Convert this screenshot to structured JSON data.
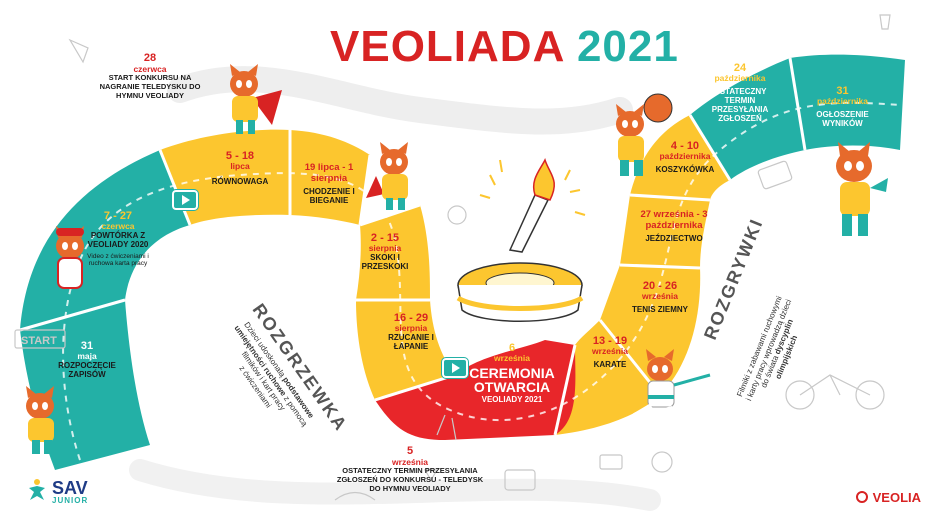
{
  "title": {
    "word": "VEOLIADA",
    "year": "2021"
  },
  "colors": {
    "yellow": "#fcc62f",
    "teal": "#23b0a6",
    "red": "#d82323",
    "gray": "#e6e6e6"
  },
  "events": {
    "e31maja": {
      "day": "31",
      "month": "maja",
      "text": "ROZPOCZĘCIE ZAPISÓW"
    },
    "e7_27": {
      "day": "7 - 27",
      "month": "czerwca",
      "text": "POWTÓRKA Z VEOLIADY 2020",
      "note": "Video z ćwiczeniami i ruchowa karta pracy"
    },
    "e5_18": {
      "day": "5 - 18",
      "month": "lipca",
      "text": "RÓWNOWAGA"
    },
    "e19": {
      "day": "19 lipca - 1 sierpnia",
      "text": "CHODZENIE I BIEGANIE"
    },
    "e2_15": {
      "day": "2 - 15",
      "month": "sierpnia",
      "text": "SKOKI I PRZESKOKI"
    },
    "e16_29": {
      "day": "16 - 29",
      "month": "sierpnia",
      "text": "RZUCANIE I ŁAPANIE"
    },
    "e6": {
      "day": "6",
      "month": "września",
      "big": "CEREMONIA OTWARCIA",
      "text": "VEOLIADY 2021"
    },
    "e13_19": {
      "day": "13 - 19",
      "month": "września",
      "text": "KARATE"
    },
    "e20_26": {
      "day": "20 - 26",
      "month": "września",
      "text": "TENIS ZIEMNY"
    },
    "e27": {
      "day": "27 września - 3 października",
      "text": "JEŹDZIECTWO"
    },
    "e4_10": {
      "day": "4 - 10",
      "month": "października",
      "text": "KOSZYKÓWKA"
    },
    "e24": {
      "day": "24",
      "month": "października",
      "text": "OSTATECZNY TERMIN PRZESYŁANIA ZGŁOSZEŃ"
    },
    "e31paz": {
      "day": "31",
      "month": "października",
      "text": "OGŁOSZENIE WYNIKÓW"
    }
  },
  "floating": {
    "f28": {
      "day": "28",
      "month": "czerwca",
      "text": "START KONKURSU NA NAGRANIE TELEDYSKU DO HYMNU VEOLIADY"
    },
    "f5": {
      "day": "5",
      "month": "września",
      "text": "OSTATECZNY TERMIN PRZESYŁANIA ZGŁOSZEŃ DO KONKURSU - TELEDYSK DO HYMNU VEOLIADY"
    }
  },
  "phases": {
    "warmup": {
      "label": "ROZGRZEWKA",
      "desc_pre": "Dzieci udoskonalą",
      "desc_bold1": "podstawowe",
      "desc_bold2": "umiejętności ruchowe",
      "desc_post": "z pomocą",
      "desc_l3": "filmików i kart pracy",
      "desc_l4": "z ćwiczeniami"
    },
    "games": {
      "label": "ROZGRYWKI",
      "desc_l1": "Filmiki z zabawami ruchowymi",
      "desc_l2": "i karty pracy wprowadzą dzieci",
      "desc_l3": "do świata",
      "desc_bold": "dyscyplin",
      "desc_bold2": "olimpijskich"
    }
  },
  "doodles": {
    "start_sign": "START"
  },
  "logos": {
    "sav": "SAV",
    "sav_sub": "JUNIOR",
    "veolia": "VEOLIA"
  }
}
